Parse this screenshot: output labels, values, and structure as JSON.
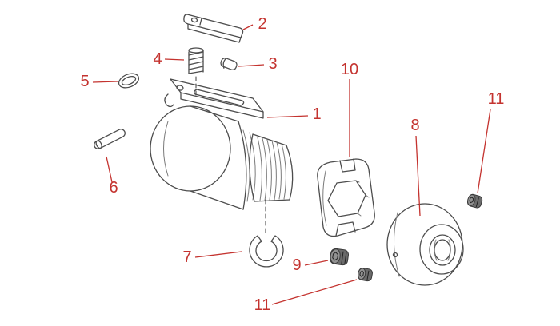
{
  "figure": {
    "colors": {
      "bg": "#ffffff",
      "line": "#4d4d4d",
      "line-light": "#7a7a7a",
      "label": "#c4332f",
      "screw-dark": "#6b6b6b",
      "screw-face": "#929292"
    },
    "callouts": {
      "c1": "1",
      "c2": "2",
      "c3": "3",
      "c4": "4",
      "c5": "5",
      "c6": "6",
      "c7": "7",
      "c8": "8",
      "c9": "9",
      "c10": "10",
      "c11a": "11",
      "c11b": "11"
    }
  }
}
